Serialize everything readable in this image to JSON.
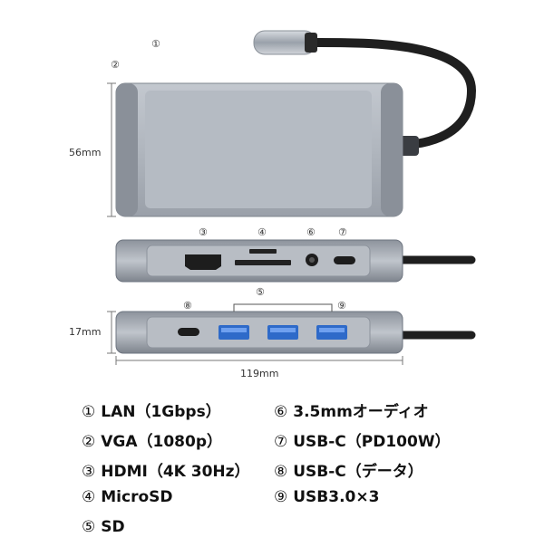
{
  "dimensions": {
    "height": "56mm",
    "thickness": "17mm",
    "width": "119mm"
  },
  "callouts": {
    "top_1": "①",
    "top_2": "②",
    "side_3": "③",
    "side_4": "④",
    "side_6": "⑥",
    "side_7": "⑦",
    "side_5": "⑤",
    "side_8": "⑧",
    "side_9": "⑨"
  },
  "legend": {
    "left": [
      {
        "mark": "①",
        "text": "LAN（1Gbps）"
      },
      {
        "mark": "②",
        "text": "VGA（1080p）"
      },
      {
        "mark": "③",
        "text": "HDMI（4K 30Hz）"
      },
      {
        "mark": "④",
        "text": "MicroSD"
      },
      {
        "mark": "⑤",
        "text": "SD"
      }
    ],
    "right": [
      {
        "mark": "⑥",
        "text": "3.5mmオーディオ"
      },
      {
        "mark": "⑦",
        "text": "USB-C（PD100W）"
      },
      {
        "mark": "⑧",
        "text": "USB-C（データ）"
      },
      {
        "mark": "⑨",
        "text": "USB3.0×3"
      }
    ]
  },
  "colors": {
    "body": "#a9afb8",
    "body_dark": "#6e7580",
    "cable": "#222222",
    "port_blue": "#3a78d6"
  }
}
